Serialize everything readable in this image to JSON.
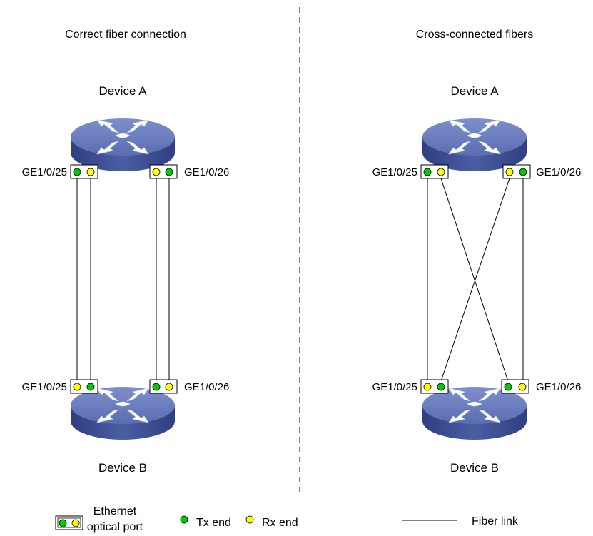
{
  "left_panel": {
    "title": "Correct fiber connection",
    "device_top": "Device A",
    "device_bottom": "Device B",
    "ports": {
      "top_left": "GE1/0/25",
      "top_right": "GE1/0/26",
      "bottom_left": "GE1/0/25",
      "bottom_right": "GE1/0/26"
    }
  },
  "right_panel": {
    "title": "Cross-connected fibers",
    "device_top": "Device A",
    "device_bottom": "Device B",
    "ports": {
      "top_left": "GE1/0/25",
      "top_right": "GE1/0/26",
      "bottom_left": "GE1/0/25",
      "bottom_right": "GE1/0/26"
    }
  },
  "legend": {
    "port_label_line1": "Ethernet",
    "port_label_line2": "optical port",
    "tx_label": "Tx end",
    "rx_label": "Rx end",
    "link_label": "Fiber link"
  },
  "colors": {
    "tx": "#00cc00",
    "rx": "#ffff00",
    "router_top": "#6a7dbd",
    "router_side": "#3c4f94",
    "fiber": "#000000"
  },
  "icons": {
    "router": "switch-router-icon"
  }
}
